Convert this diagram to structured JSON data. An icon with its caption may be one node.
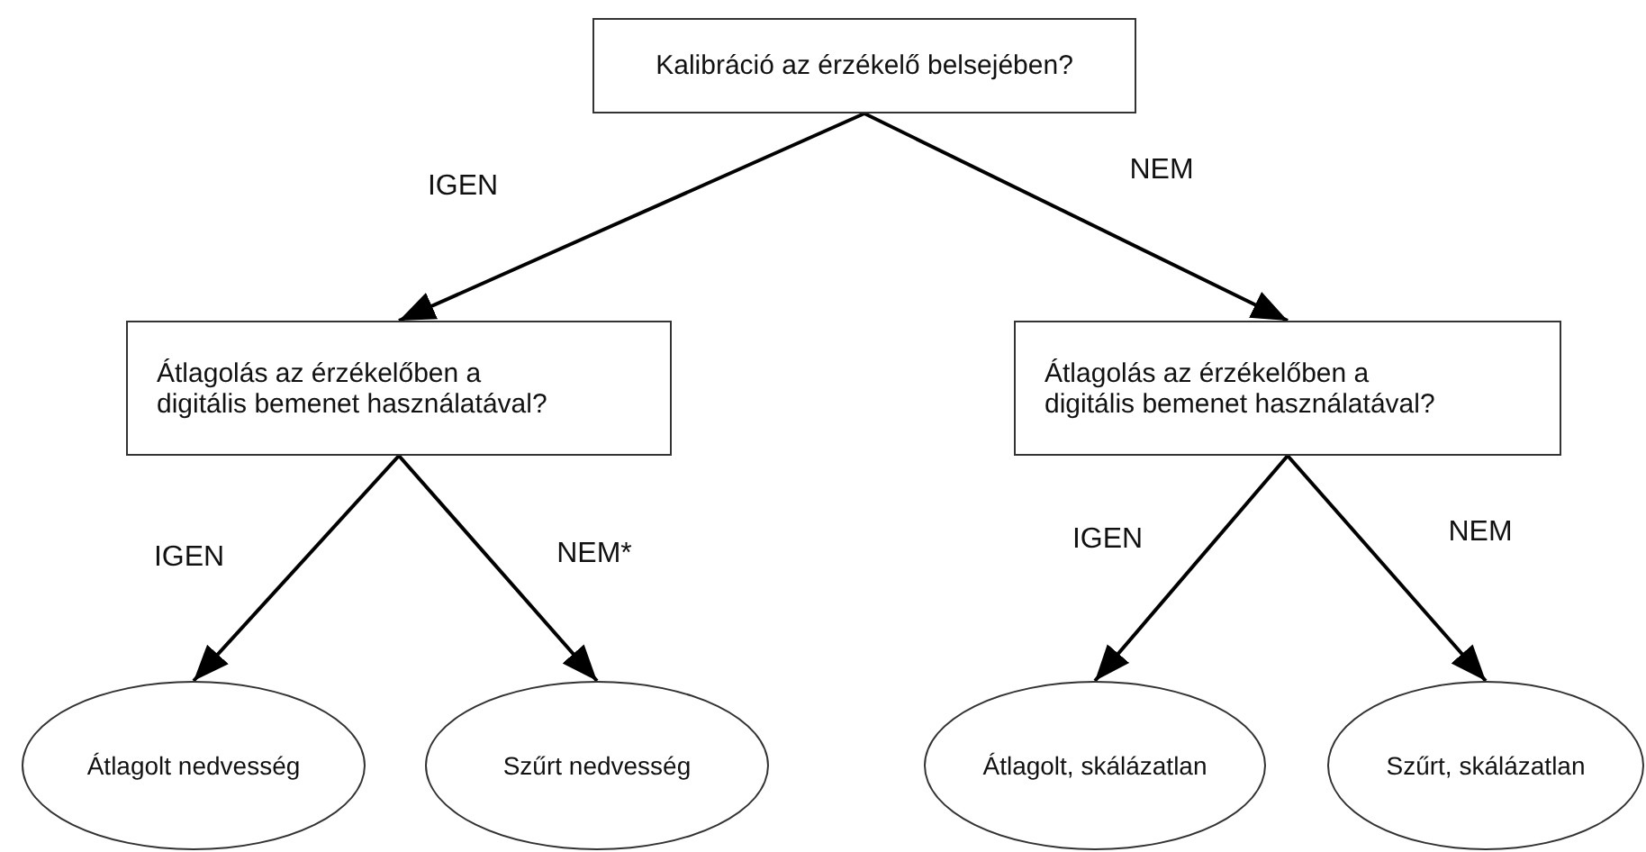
{
  "diagram": {
    "nodes": [
      {
        "text": [
          "Kalibráció az érzékelő belsejében?"
        ]
      },
      {
        "text": [
          "Átlagolás az érzékelőben a digitális bemenet használatával?"
        ]
      },
      {
        "text": [
          "Átlagolás az érzékelőben a digitális bemenet használatával?"
        ]
      },
      {
        "text": [
          "Átlagolt nedvesség"
        ]
      },
      {
        "text": [
          "Szűrt nedvesség"
        ]
      },
      {
        "text": [
          "Átlagolt, skálázatlan"
        ]
      },
      {
        "text": [
          "Szűrt, skálázatlan"
        ]
      }
    ],
    "edges": [
      {
        "from": 0,
        "to": 1,
        "arrow": "to",
        "label": "IGEN"
      },
      {
        "from": 0,
        "to": 2,
        "arrow": "to",
        "label": "NEM"
      },
      {
        "from": 1,
        "to": 3,
        "arrow": "to",
        "label": "IGEN"
      },
      {
        "from": 1,
        "to": 4,
        "arrow": "to",
        "label": "NEM*"
      },
      {
        "from": 2,
        "to": 5,
        "arrow": "to",
        "label": "IGEN"
      },
      {
        "from": 2,
        "to": 6,
        "arrow": "to",
        "label": "NEM"
      }
    ]
  }
}
